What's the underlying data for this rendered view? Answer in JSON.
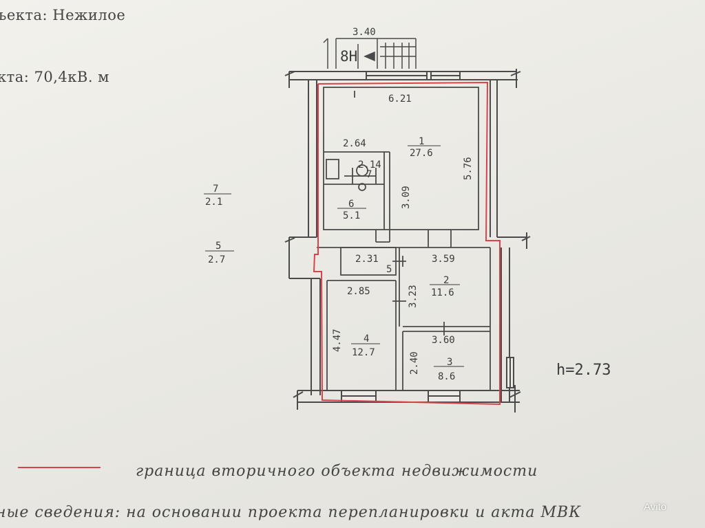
{
  "header": {
    "object_type": "ъекта: Нежилое",
    "area": "кта: 70,4кВ.  м"
  },
  "stair": {
    "width": "3.40",
    "label": "8Н"
  },
  "rooms": [
    {
      "id": "room-1",
      "number": "1",
      "area": "27.6",
      "width": "6.21",
      "height": "5.76"
    },
    {
      "id": "room-2",
      "number": "2",
      "area": "11.6",
      "width": "3.59",
      "height": "3.23"
    },
    {
      "id": "room-3",
      "number": "3",
      "area": "8.6",
      "width": "3.60",
      "height": "2.40"
    },
    {
      "id": "room-4",
      "number": "4",
      "area": "12.7",
      "width": "2.85",
      "height": "4.47"
    },
    {
      "id": "room-5",
      "number": "5",
      "width": "2.31"
    },
    {
      "id": "room-6",
      "number": "6",
      "area": "5.1",
      "width": "2.64",
      "height": "3.09"
    },
    {
      "id": "room-7",
      "number": "7",
      "width": "2.14"
    }
  ],
  "outside_labels": [
    {
      "number": "7",
      "area": "2.1"
    },
    {
      "number": "5",
      "area": "2.7"
    }
  ],
  "ceiling_height": "h=2.73",
  "legend": {
    "line_color": "#d8434a",
    "label": "граница вторичного объекта недвижимости"
  },
  "footer_note": "ные сведения:  на основании проекта перепланировки и акта МВК",
  "watermark": "Avito",
  "colors": {
    "wall": "#4a4a4a",
    "paper": "#ecebe5",
    "boundary": "#d8434a"
  }
}
